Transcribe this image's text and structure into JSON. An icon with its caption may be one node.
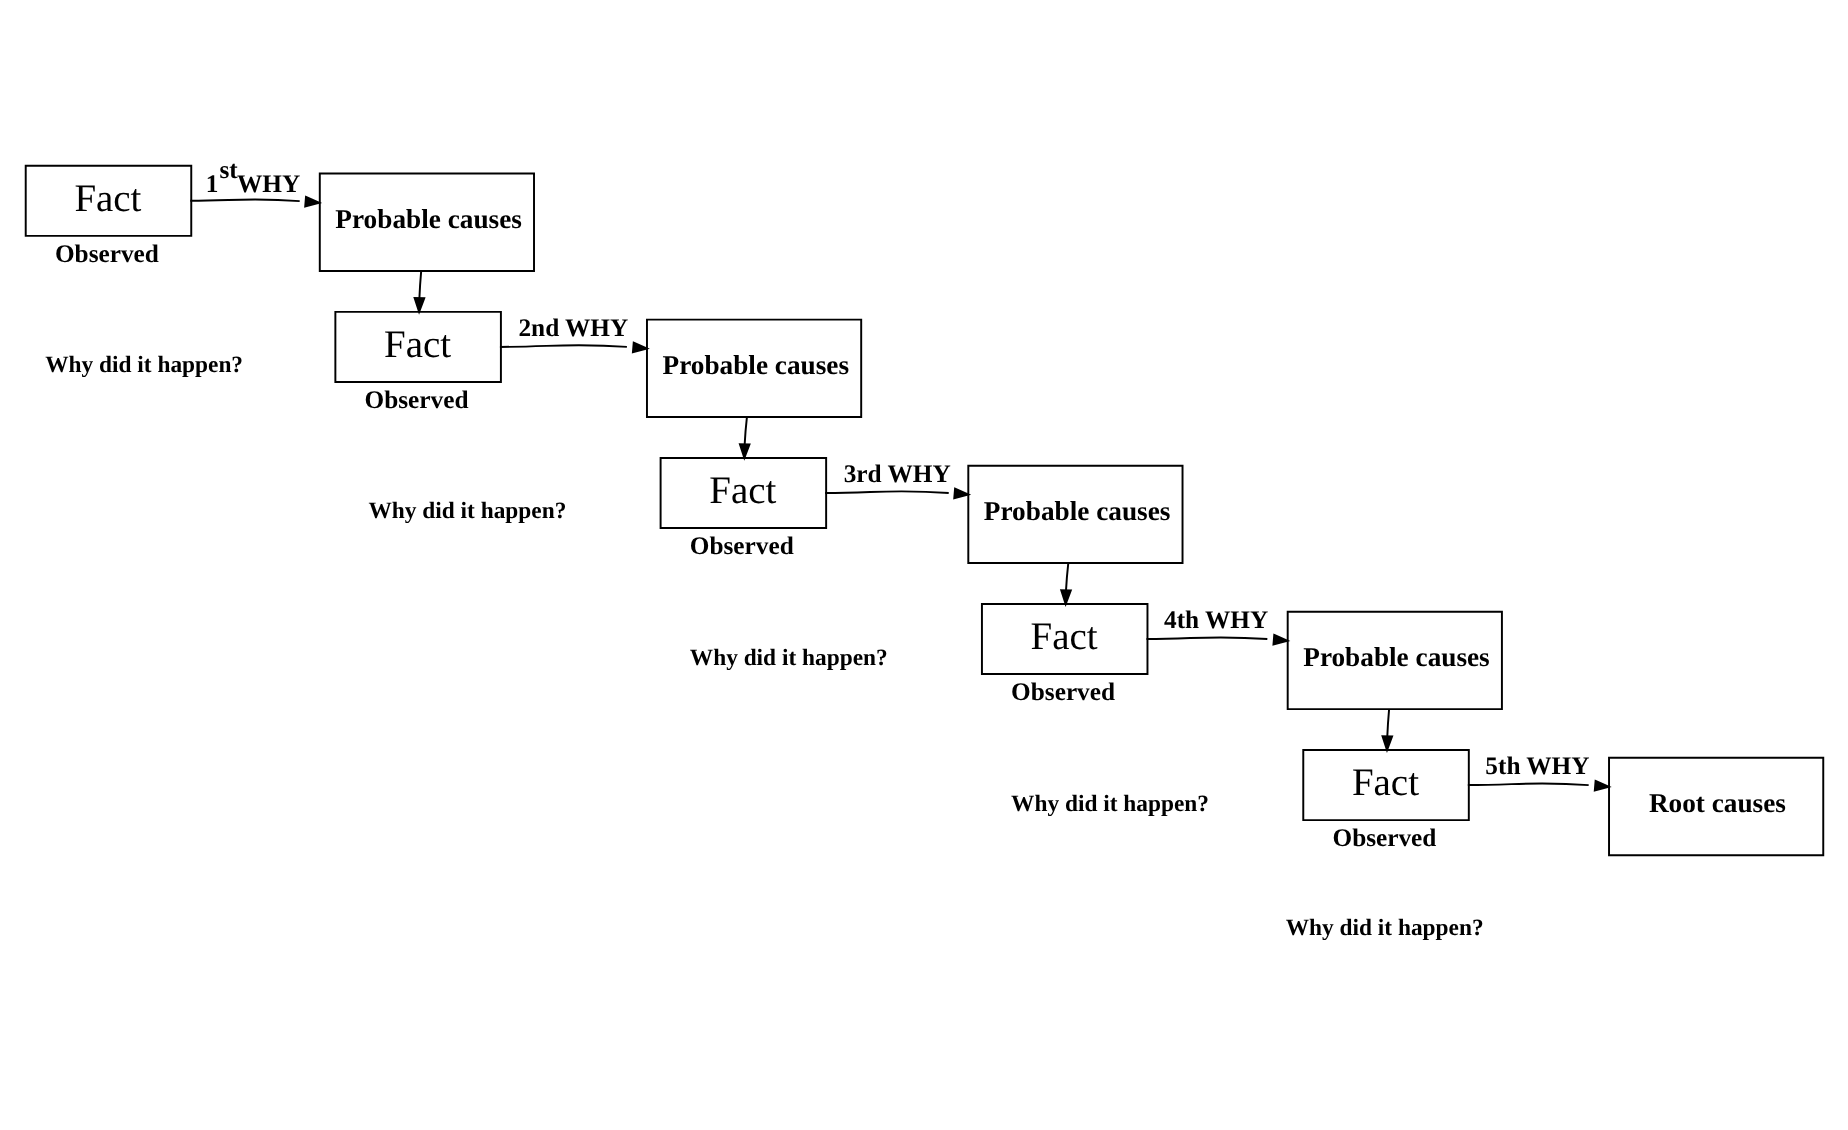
{
  "diagram": {
    "nodes": [
      {
        "text": [
          "Fact"
        ],
        "beside": [
          "Observed"
        ]
      },
      {
        "text": [
          "Probable causes"
        ]
      },
      {
        "text": [
          "Fact"
        ],
        "beside": [
          "Observed"
        ]
      },
      {
        "text": [
          "Probable causes"
        ]
      },
      {
        "text": [
          "Fact"
        ],
        "beside": [
          "Observed"
        ]
      },
      {
        "text": [
          "Probable causes"
        ]
      },
      {
        "text": [
          "Fact"
        ],
        "beside": [
          "Observed"
        ]
      },
      {
        "text": [
          "Probable causes"
        ]
      },
      {
        "text": [
          "Fact"
        ],
        "beside": [
          "Observed"
        ]
      },
      {
        "text": [
          "Root causes"
        ]
      }
    ],
    "edges": [
      {
        "from": 0,
        "to": 1,
        "arrow": "to",
        "label": "1$^{st}$WHY"
      },
      {
        "from": 1,
        "to": 2,
        "arrow": "to"
      },
      {
        "from": 2,
        "to": 3,
        "arrow": "to",
        "label": "2nd WHY"
      },
      {
        "from": 3,
        "to": 4,
        "arrow": "to"
      },
      {
        "from": 4,
        "to": 5,
        "arrow": "to",
        "label": "3rd WHY"
      },
      {
        "from": 5,
        "to": 6,
        "arrow": "to"
      },
      {
        "from": 6,
        "to": 7,
        "arrow": "to",
        "label": "4th WHY"
      },
      {
        "from": 7,
        "to": 8,
        "arrow": "to"
      },
      {
        "from": 8,
        "to": 9,
        "arrow": "to",
        "label": "5th WHY"
      }
    ],
    "labels": [
      "Why did it happen?",
      "Why did it happen?",
      "Why did it happen?",
      "Why did it happen?",
      "Why did it happen?"
    ]
  }
}
